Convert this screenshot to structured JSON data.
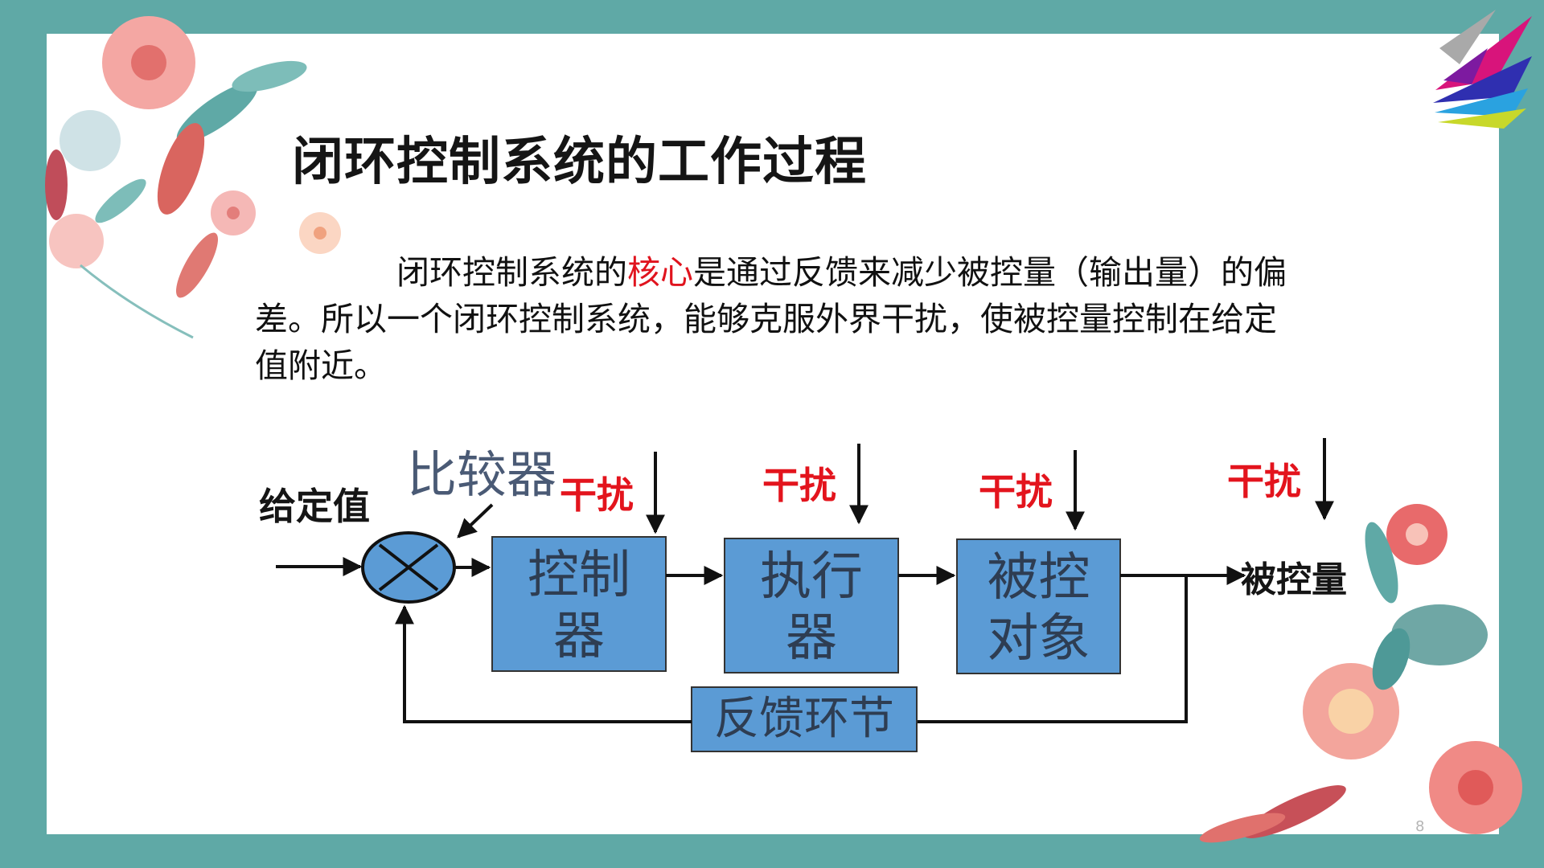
{
  "title": "闭环控制系统的工作过程",
  "paragraph": {
    "before": "闭环控制系统的",
    "highlight": "核心",
    "after": "是通过反馈来减少被控量（输出量）的偏差。所以一个闭环控制系统，能够克服外界干扰，使被控量控制在给定值附近。"
  },
  "diagram": {
    "input_label": "给定值",
    "comparator_label": "比较器",
    "disturbance_label": "干扰",
    "blocks": [
      {
        "line1": "控制",
        "line2": "器"
      },
      {
        "line1": "执行",
        "line2": "器"
      },
      {
        "line1": "被控",
        "line2": "对象"
      }
    ],
    "feedback_label": "反馈环节",
    "output_label": "被控量"
  },
  "colors": {
    "frame": "#5fa9a6",
    "block_fill": "#5b9bd5",
    "disturbance_text": "#e3141d",
    "highlight_text": "#e0141e"
  },
  "page_number": "8"
}
